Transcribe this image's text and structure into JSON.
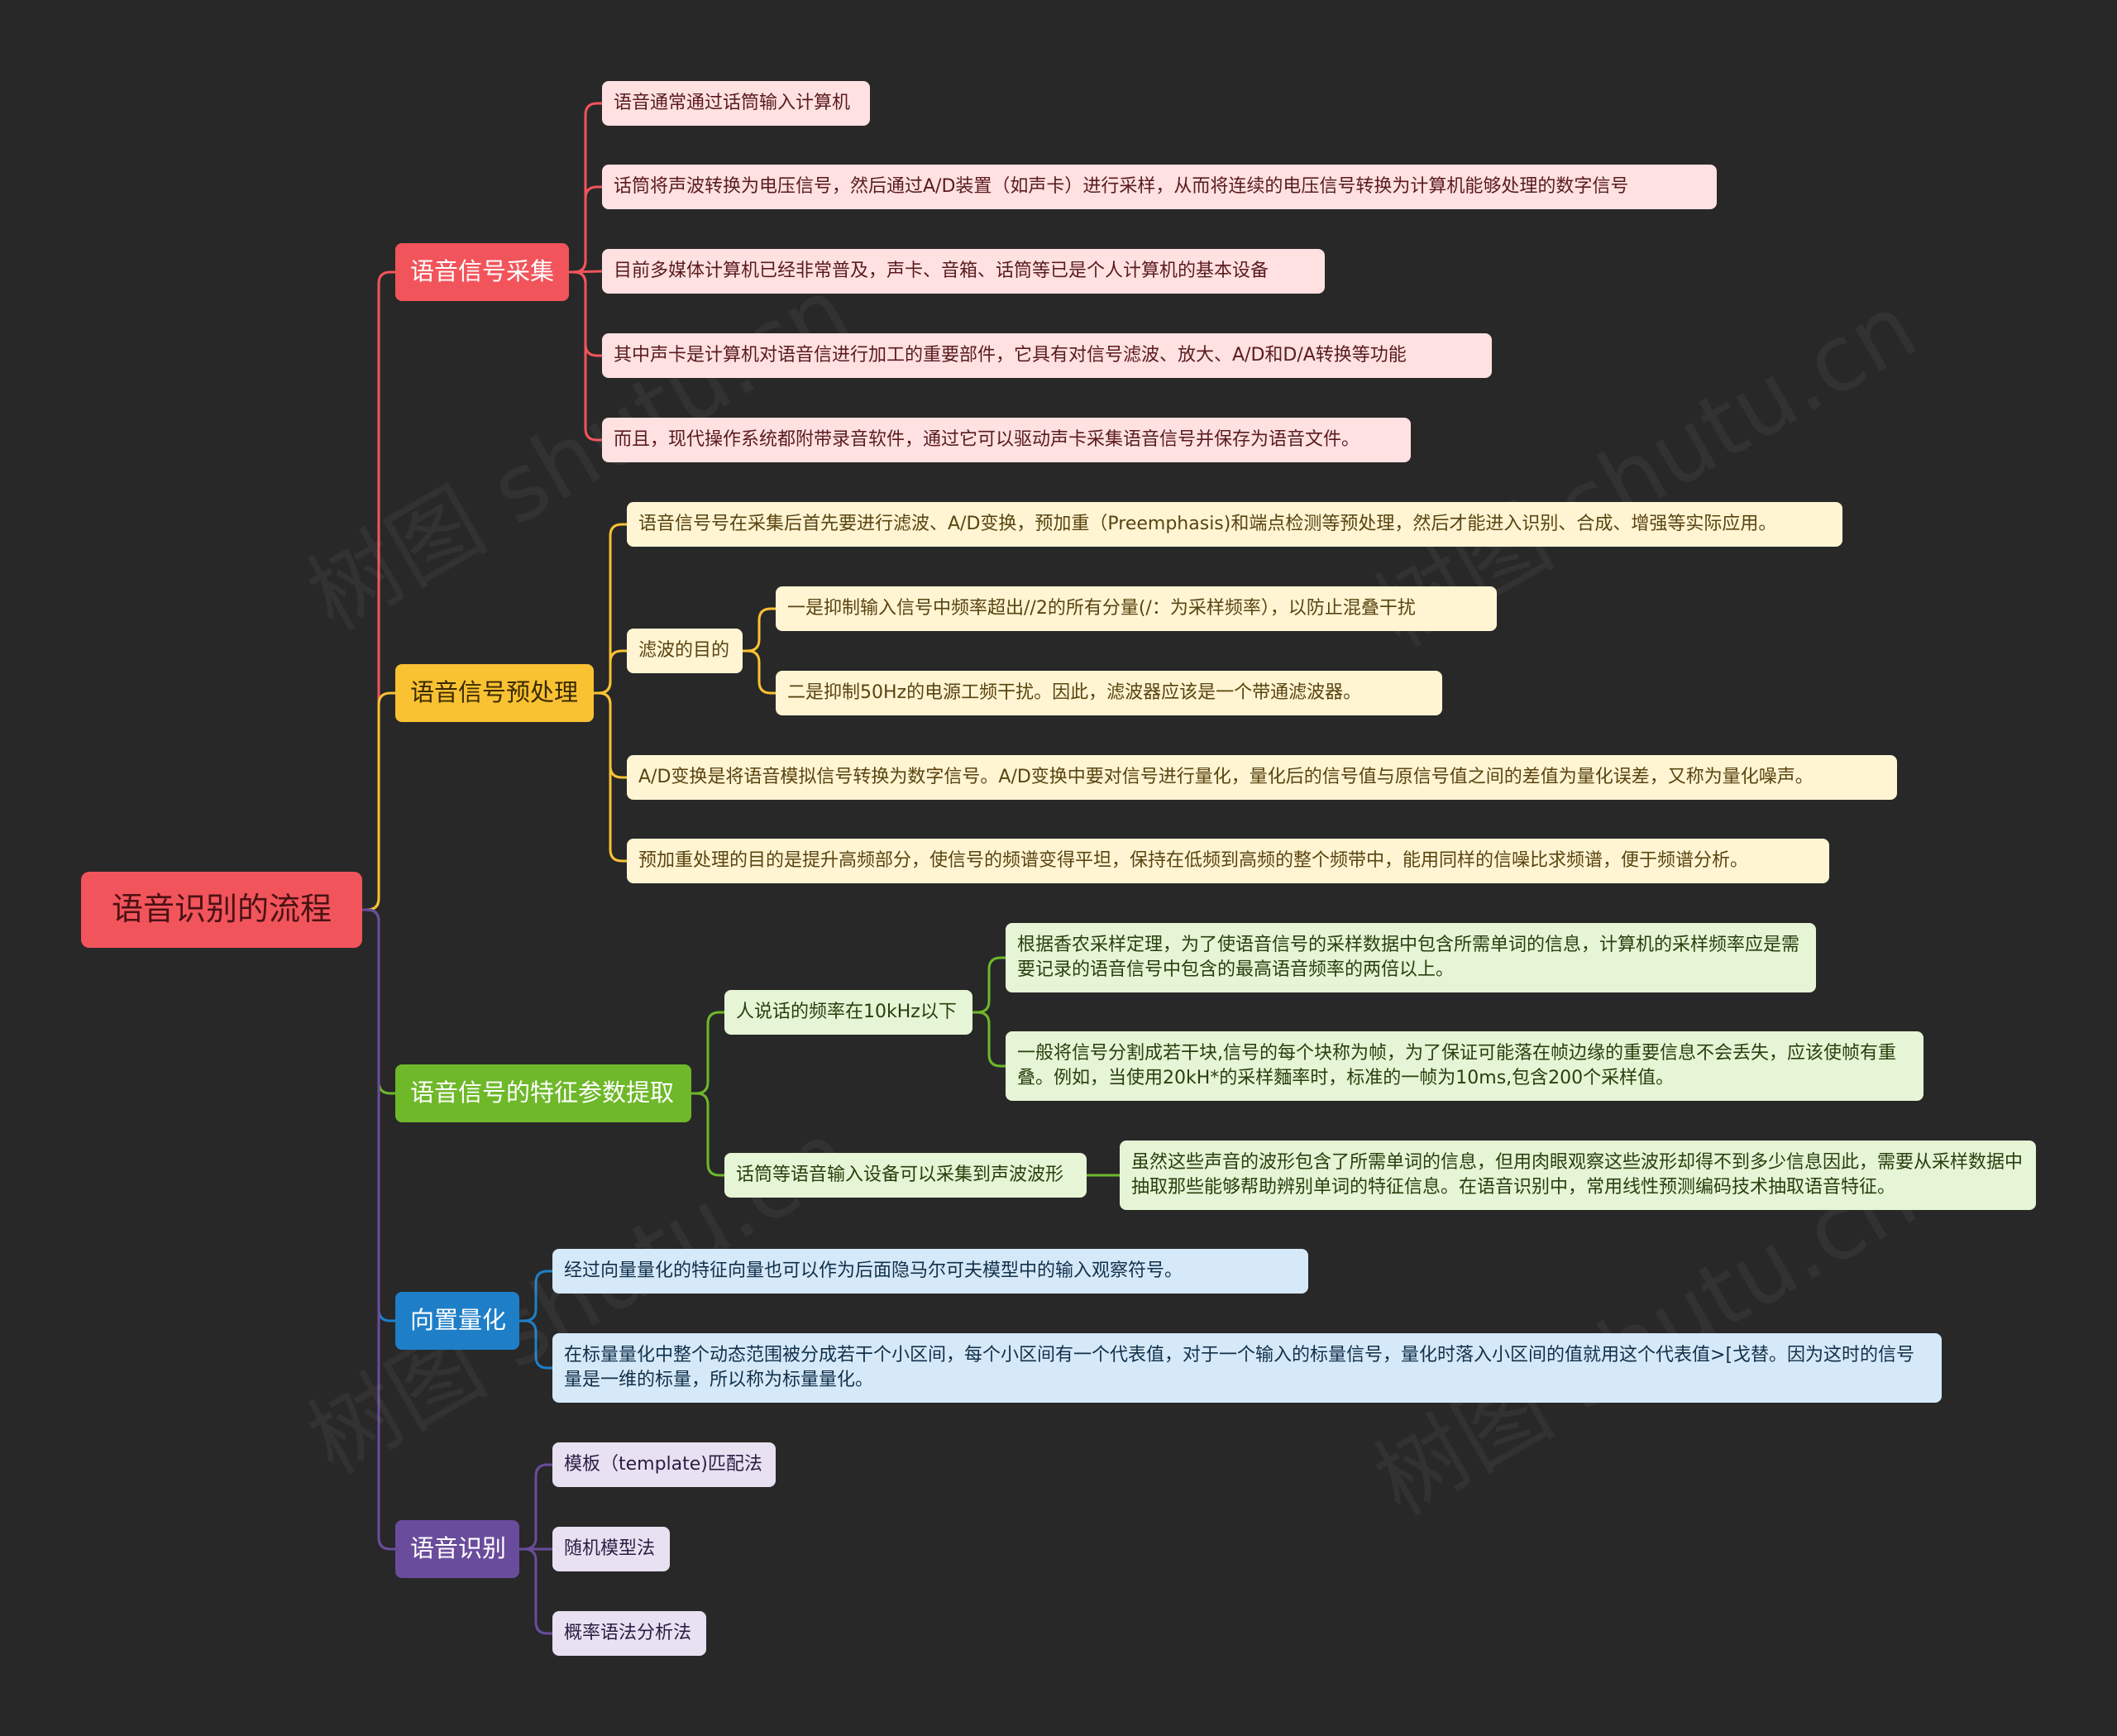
{
  "root": {
    "label": "语音识别的流程"
  },
  "watermark": "树图 shutu.cn",
  "branches": [
    {
      "label": "语音信号采集",
      "color": "#f2545b",
      "leaf_bg": "#ffe1e2",
      "leaf_fg": "#5a1b1d",
      "items": [
        "语音通常通过话筒输入计算机",
        "话筒将声波转换为电压信号，然后通过A/D装置（如声卡）进行采样，从而将连续的电压信号转换为计算机能够处理的数字信号",
        "目前多媒体计算机已经非常普及，声卡、音箱、话筒等已是个人计算机的基本设备",
        "其中声卡是计算机对语音信进行加工的重要部件，它具有对信号滤波、放大、A/D和D/A转换等功能",
        "而且，现代操作系统都附带录音软件，通过它可以驱动声卡采集语音信号并保存为语音文件。"
      ]
    },
    {
      "label": "语音信号预处理",
      "color": "#f9c233",
      "leaf_bg": "#fff5d3",
      "leaf_fg": "#5a4410",
      "items": [
        "语音信号号在采集后首先要进行滤波、A/D变换，预加重（Preemphasis)和端点检测等预处理，然后才能进入识别、合成、增强等实际应用。",
        "滤波的目的",
        "一是抑制输入信号中频率超出//2的所有分量(/：为采样频率），以防止混叠干扰",
        "二是抑制50Hz的电源工频干扰。因此，滤波器应该是一个带通滤波器。",
        "A/D变换是将语音模拟信号转换为数字信号。A/D变换中要对信号进行量化，量化后的信号值与原信号值之间的差值为量化误差，又称为量化噪声。",
        "预加重处理的目的是提升高频部分，使信号的频谱变得平坦，保持在低频到高频的整个频带中，能用同样的信噪比求频谱，便于频谱分析。"
      ]
    },
    {
      "label": "语音信号的特征参数提取",
      "color": "#6fb82a",
      "leaf_bg": "#e6f5d5",
      "leaf_fg": "#27400e",
      "items": [
        "人说话的频率在10kHz以下",
        "根据香农采样定理，为了使语音信号的采样数据中包含所需单词的信息，计算机的采样频率应是需要记录的语音信号中包含的最高语音频率的两倍以上。",
        "一般将信号分割成若干块,信号的每个块称为帧，为了保证可能落在帧边缘的重要信息不会丢失，应该使帧有重叠。例如，当使用20kH*的采样麵率时，标准的一帧为10ms,包含200个采样值。",
        "话筒等语音输入设备可以采集到声波波形",
        "虽然这些声音的波形包含了所需单词的信息，但用肉眼观察这些波形却得不到多少信息因此，需要从采样数据中抽取那些能够帮助辨别单词的特征信息。在语音识别中，常用线性预测编码技术抽取语音特征。"
      ]
    },
    {
      "label": "向置量化",
      "color": "#1e7fc8",
      "leaf_bg": "#d6e9f8",
      "leaf_fg": "#10304a",
      "items": [
        "经过向量量化的特征向量也可以作为后面隐马尔可夫模型中的输入观察符号。",
        "在标量量化中整个动态范围被分成若干个小区间，每个小区间有一个代表值，对于一个输入的标量信号，量化时落入小区间的值就用这个代表值>[戈替。因为这时的信号量是一维的标量，所以称为标量量化。"
      ]
    },
    {
      "label": "语音识别",
      "color": "#6a4c9c",
      "leaf_bg": "#e8e1f1",
      "leaf_fg": "#2c1d44",
      "items": [
        "模板（template)匹配法",
        "随机模型法",
        "概率语法分析法"
      ]
    }
  ]
}
